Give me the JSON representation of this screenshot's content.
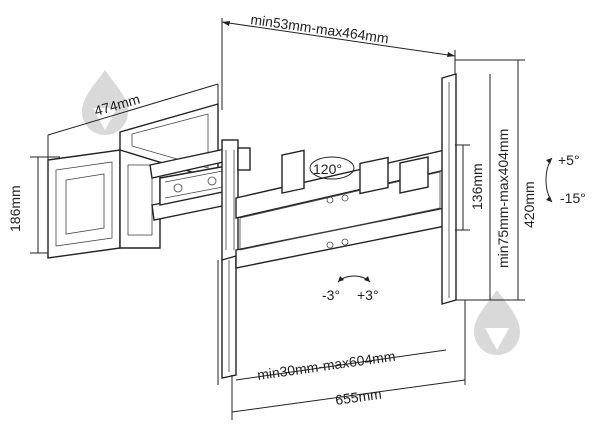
{
  "labels": {
    "top_width": "min53mm-max464mm",
    "depth": "474mm",
    "plate_height": "186mm",
    "rotation": "120°",
    "vesa_h": "min75mm-max404mm",
    "total_h": "420mm",
    "tilt_up": "+5°",
    "tilt_down": "-15°",
    "slot_h": "136mm",
    "swivel_left": "-3°",
    "swivel_right": "+3°",
    "vesa_w": "min30mm-max604mm",
    "total_w": "655mm"
  }
}
